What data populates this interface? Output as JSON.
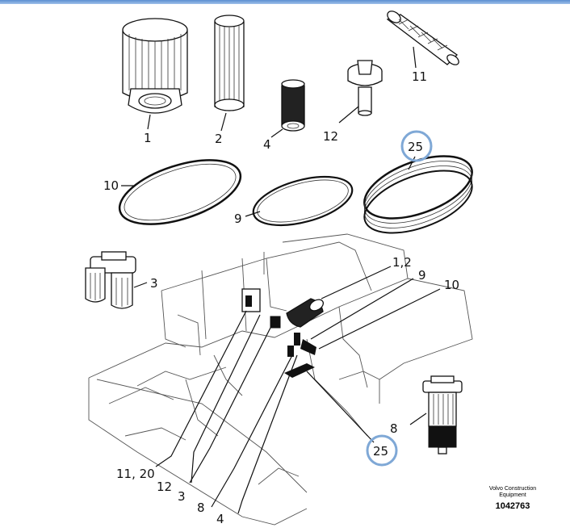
{
  "parts": [
    {
      "id": "filter-1",
      "label": "1"
    },
    {
      "id": "filter-2",
      "label": "2"
    },
    {
      "id": "filter-4",
      "label": "4"
    },
    {
      "id": "filter-11",
      "label": "11"
    },
    {
      "id": "filter-12",
      "label": "12"
    },
    {
      "id": "belt-10",
      "label": "10"
    },
    {
      "id": "belt-9",
      "label": "9"
    },
    {
      "id": "belt-25",
      "label": "25"
    },
    {
      "id": "filter-3",
      "label": "3"
    },
    {
      "id": "filter-8",
      "label": "8"
    }
  ],
  "callouts": [
    {
      "id": "c-12",
      "label": "1,2"
    },
    {
      "id": "c-9",
      "label": "9"
    },
    {
      "id": "c-10",
      "label": "10"
    },
    {
      "id": "c-25",
      "label": "25"
    },
    {
      "id": "c-1120",
      "label": "11, 20"
    },
    {
      "id": "c-12b",
      "label": "12"
    },
    {
      "id": "c-3",
      "label": "3"
    },
    {
      "id": "c-8",
      "label": "8"
    },
    {
      "id": "c-4",
      "label": "4"
    }
  ],
  "highlight_labels": [
    "25",
    "25"
  ],
  "footer": {
    "brand_line1": "Volvo Construction",
    "brand_line2": "Equipment",
    "drawing_number": "1042763"
  }
}
